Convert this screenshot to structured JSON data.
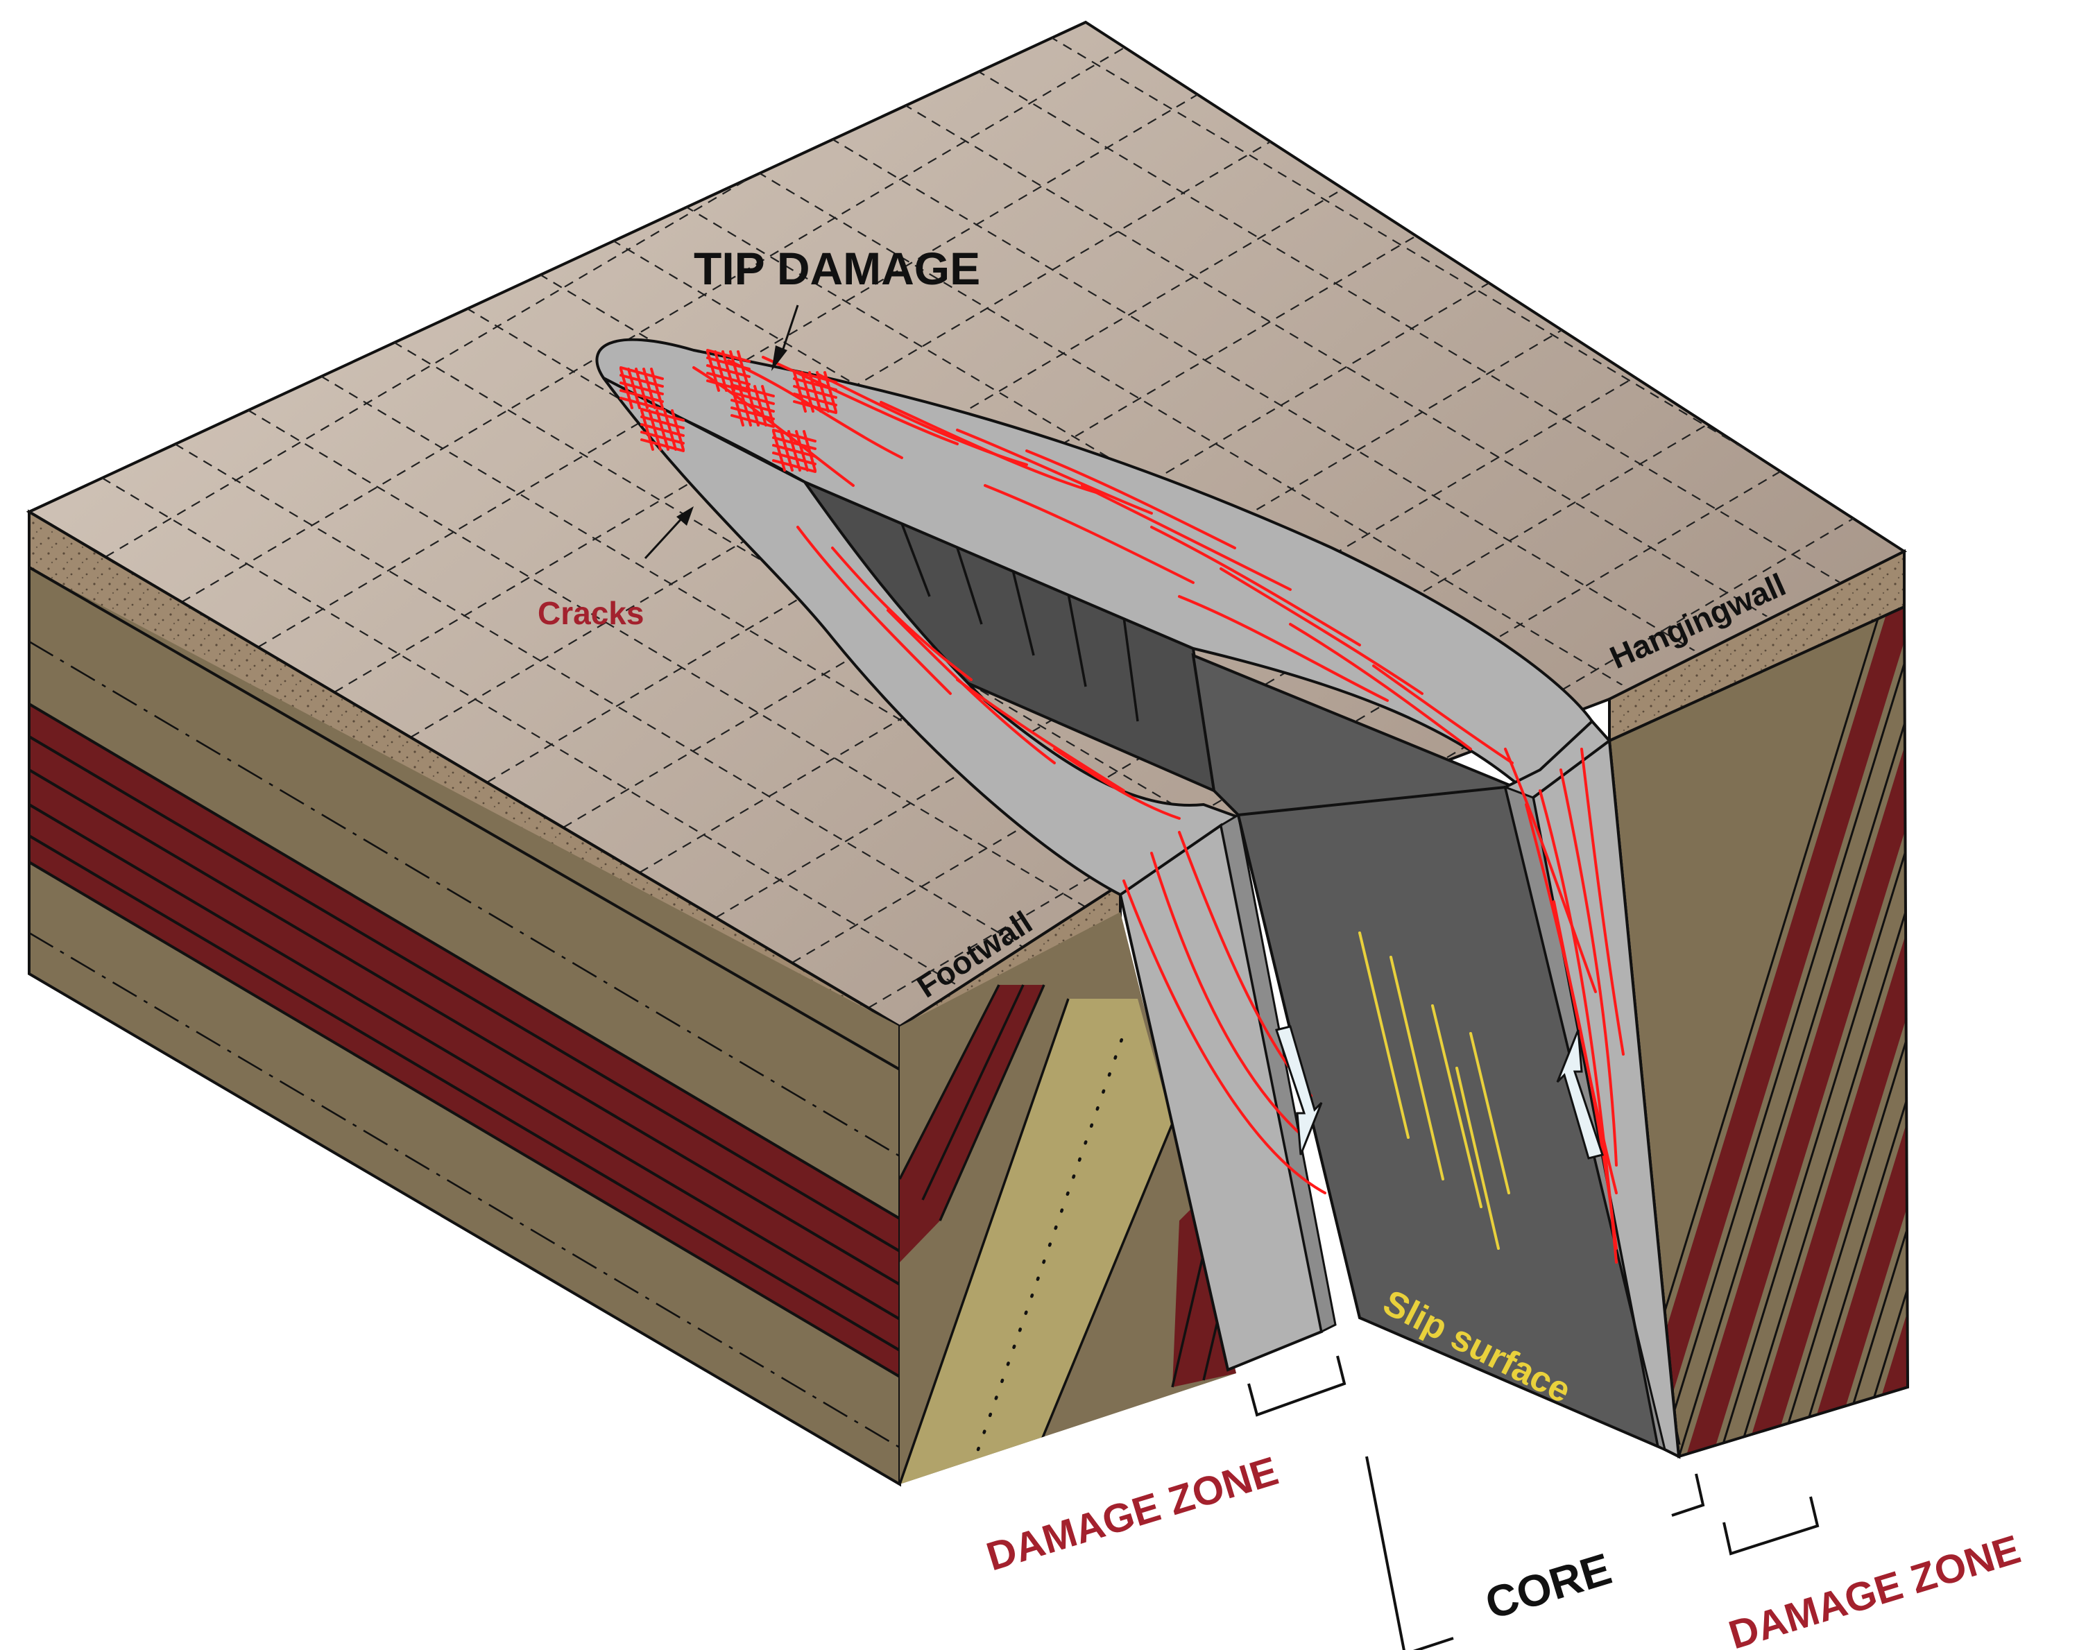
{
  "labels": {
    "tip_damage": "TIP DAMAGE",
    "cracks": "Cracks",
    "hangingwall": "Hangingwall",
    "footwall": "Footwall",
    "slip_surface": "Slip surface",
    "damage_zone_left": "DAMAGE ZONE",
    "core": "CORE",
    "damage_zone_right": "DAMAGE ZONE"
  },
  "colors": {
    "top_surface_light": "#d8ccc0",
    "top_surface_dark": "#a8978a",
    "soil": "#a08a70",
    "strata_brown": "#7f7054",
    "strata_red": "#6f1c1f",
    "strata_tan": "#b1a36a",
    "damage_gray": "#b2b2b2",
    "core_dark": "#5a5a5a",
    "crack_red": "#ff1a1a",
    "slip_yellow": "#e9d13c",
    "label_red": "#a3212d"
  }
}
